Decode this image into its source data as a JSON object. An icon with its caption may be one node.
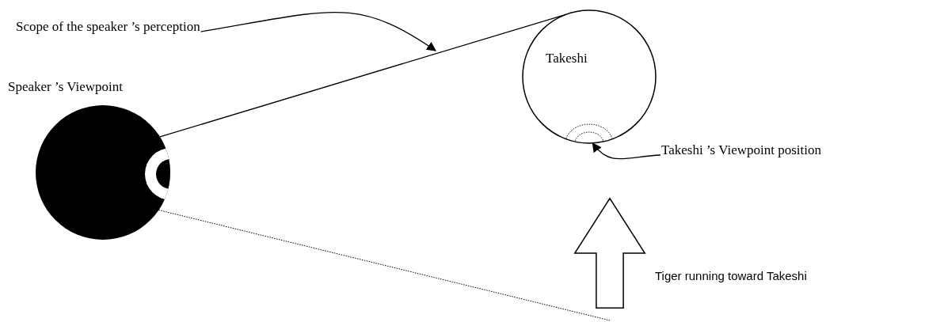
{
  "diagram": {
    "nodes": [
      {
        "text": [
          "Speaker ’s Viewpoint"
        ]
      },
      {
        "text": [
          "Takeshi"
        ]
      },
      {
        "text": [
          "Scope of the speaker ’s perception"
        ]
      },
      {
        "text": [
          "Takeshi ’s Viewpoint position"
        ]
      },
      {
        "text": [],
        "shape": "arrow",
        "beside": [
          "Tiger running toward Takeshi"
        ]
      }
    ],
    "edges": [
      {
        "from": 0,
        "to": 1,
        "arrow": "none"
      },
      {
        "from": 0,
        "to": null,
        "arrow": "none",
        "style": "dashed"
      },
      {
        "from": 2,
        "to": null,
        "arrow": "to"
      },
      {
        "from": 3,
        "to": 1,
        "arrow": "to"
      }
    ]
  }
}
